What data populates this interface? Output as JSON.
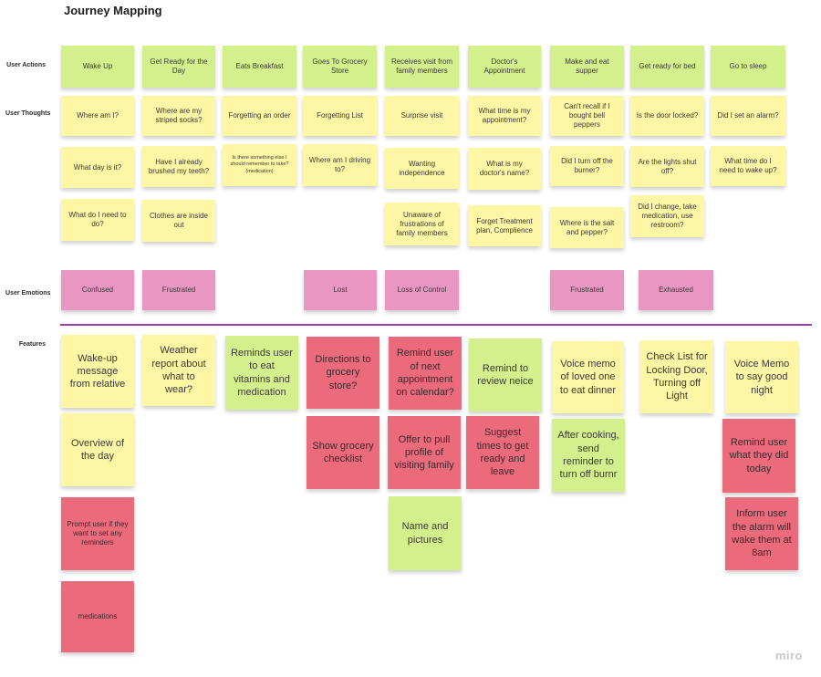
{
  "title": "Journey Mapping",
  "logo": "miro",
  "row_labels": {
    "actions": "User Actions",
    "thoughts": "User Thoughts",
    "emotions": "User Emotions",
    "features": "Features"
  },
  "actions": [
    "Wake Up",
    "Get Ready for the Day",
    "Eats Breakfast",
    "Goes To Grocery Store",
    "Receives visit from family members",
    "Doctor's Appointment",
    "Make and eat supper",
    "Get ready for bed",
    "Go to sleep"
  ],
  "thoughts": {
    "t1": [
      "Where am I?",
      "Where are my striped socks?",
      "Forgetting an order",
      "Forgetting List",
      "Surprise visit",
      "What time is my appointment?",
      "Can't recall if I bought bell peppers",
      "Is the door locked?",
      "Did I set an alarm?"
    ],
    "t2": [
      "What day is it?",
      "Have I already brushed my teeth?",
      "Is there something else I should remember to take? (medication)",
      "Where am I driving to?",
      "Wanting independence",
      "What is my doctor's name?",
      "Did I turn off the burner?",
      "Are the lights shut off?",
      "What time do I need to wake up?"
    ],
    "t3": [
      "What do I need to do?",
      "Clothes are inside out",
      "Unaware of frustrations of family members",
      "Forget Treatment plan, Complience",
      "Where is the salt and pepper?",
      "Did I change, take medication, use restroom?"
    ]
  },
  "emotions": [
    "Confused",
    "Frustrated",
    "Lost",
    "Loss of Control",
    "Frustrated",
    "Exhausted"
  ],
  "features": {
    "f1": [
      "Wake-up message from relative",
      "Weather report about what to wear?",
      "Reminds user to eat vitamins and medication",
      "Directions to grocery store?",
      "Remind user of next appointment on calendar?",
      "Remind to review neice",
      "Voice memo of loved one to eat dinner",
      "Check List for Locking Door, Turning off Light",
      "Voice Memo to say good night"
    ],
    "f2": [
      "Overview of the day",
      "Show grocery checklist",
      "Offer to pull profile of visiting family",
      "Suggest times to get ready and leave",
      "After cooking, send reminder to turn off burnr",
      "Remind user what they did today"
    ],
    "f3": [
      "Prompt user if they want to set any reminders",
      "Name and pictures",
      "Inform user the alarm will wake them at 8am"
    ],
    "f4": [
      "medications"
    ]
  }
}
